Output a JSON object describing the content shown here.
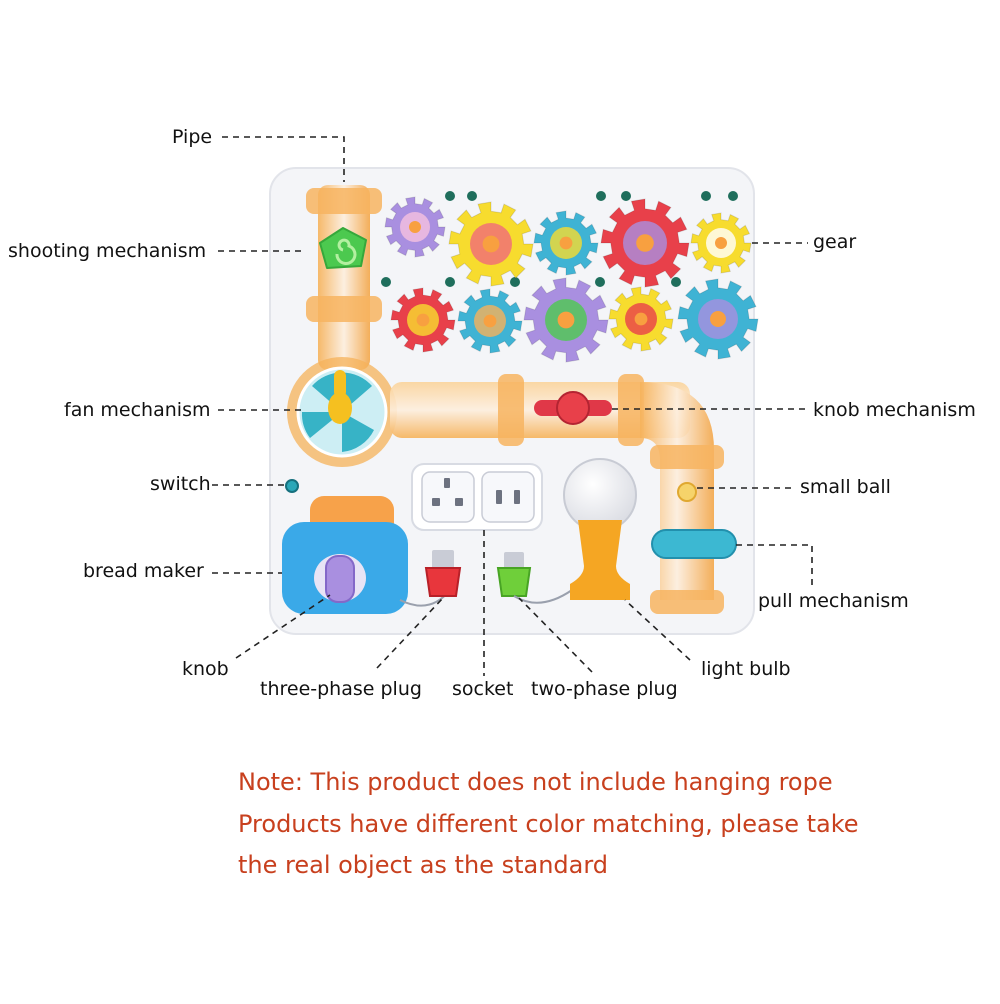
{
  "labels": {
    "pipe": "Pipe",
    "shooting": "shooting mechanism",
    "fan": "fan mechanism",
    "switch": "switch",
    "bread": "bread maker",
    "knob": "knob",
    "three_phase": "three-phase plug",
    "socket": "socket",
    "two_phase": "two-phase plug",
    "bulb": "light bulb",
    "pull": "pull mechanism",
    "ball": "small ball",
    "knob_mech": "knob mechanism",
    "gear": "gear"
  },
  "notes": [
    "Note: This product does not include hanging rope",
    "Products have different color matching, please take",
    "the real object as the standard"
  ],
  "colors": {
    "note": "#c8401e",
    "board": "#f4f5f8",
    "pipe": "#f6b25a",
    "gear_purple": "#a98fe0",
    "gear_yellow": "#f7dc2e",
    "gear_teal": "#3fb3d4",
    "gear_red": "#e8404a"
  }
}
